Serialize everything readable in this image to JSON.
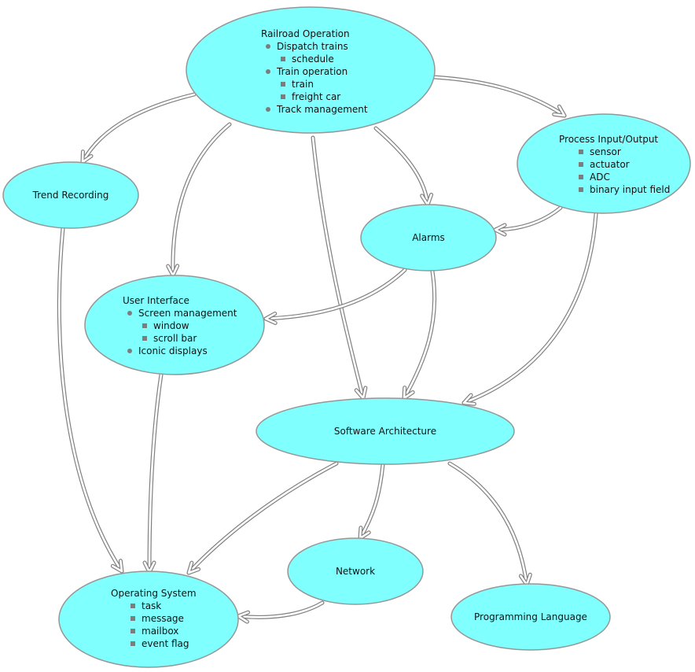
{
  "colors": {
    "node_fill": "#80ffff",
    "node_stroke": "#969696",
    "edge_outer": "#808080",
    "edge_inner": "#ffffff",
    "bullet": "#7d7d7d",
    "text": "#111111"
  },
  "nodes": [
    {
      "id": "railroad-operation",
      "title": "Railroad Operation",
      "items": [
        {
          "label": "Dispatch trains",
          "level": 1
        },
        {
          "label": "schedule",
          "level": 2
        },
        {
          "label": "Train operation",
          "level": 1
        },
        {
          "label": "train",
          "level": 2
        },
        {
          "label": "freight car",
          "level": 2
        },
        {
          "label": "Track management",
          "level": 1
        }
      ]
    },
    {
      "id": "trend-recording",
      "title": "Trend Recording",
      "items": []
    },
    {
      "id": "process-input-output",
      "title": "Process Input/Output",
      "items": [
        {
          "label": "sensor",
          "level": 2
        },
        {
          "label": "actuator",
          "level": 2
        },
        {
          "label": "ADC",
          "level": 2
        },
        {
          "label": "binary input field",
          "level": 2
        }
      ]
    },
    {
      "id": "alarms",
      "title": "Alarms",
      "items": []
    },
    {
      "id": "user-interface",
      "title": "User Interface",
      "items": [
        {
          "label": "Screen management",
          "level": 1
        },
        {
          "label": "window",
          "level": 2
        },
        {
          "label": "scroll bar",
          "level": 2
        },
        {
          "label": "Iconic displays",
          "level": 1
        }
      ]
    },
    {
      "id": "software-architecture",
      "title": "Software Architecture",
      "items": []
    },
    {
      "id": "network",
      "title": "Network",
      "items": []
    },
    {
      "id": "operating-system",
      "title": "Operating System",
      "items": [
        {
          "label": "task",
          "level": 2
        },
        {
          "label": "message",
          "level": 2
        },
        {
          "label": "mailbox",
          "level": 2
        },
        {
          "label": "event flag",
          "level": 2
        }
      ]
    },
    {
      "id": "programming-language",
      "title": "Programming Language",
      "items": []
    }
  ],
  "edges": [
    {
      "from": "railroad-operation",
      "to": "trend-recording"
    },
    {
      "from": "railroad-operation",
      "to": "user-interface"
    },
    {
      "from": "railroad-operation",
      "to": "alarms"
    },
    {
      "from": "railroad-operation",
      "to": "software-architecture"
    },
    {
      "from": "railroad-operation",
      "to": "process-input-output"
    },
    {
      "from": "process-input-output",
      "to": "alarms"
    },
    {
      "from": "process-input-output",
      "to": "software-architecture"
    },
    {
      "from": "alarms",
      "to": "user-interface"
    },
    {
      "from": "alarms",
      "to": "software-architecture"
    },
    {
      "from": "trend-recording",
      "to": "operating-system"
    },
    {
      "from": "user-interface",
      "to": "operating-system"
    },
    {
      "from": "software-architecture",
      "to": "operating-system"
    },
    {
      "from": "software-architecture",
      "to": "network"
    },
    {
      "from": "software-architecture",
      "to": "programming-language"
    },
    {
      "from": "network",
      "to": "operating-system"
    }
  ]
}
